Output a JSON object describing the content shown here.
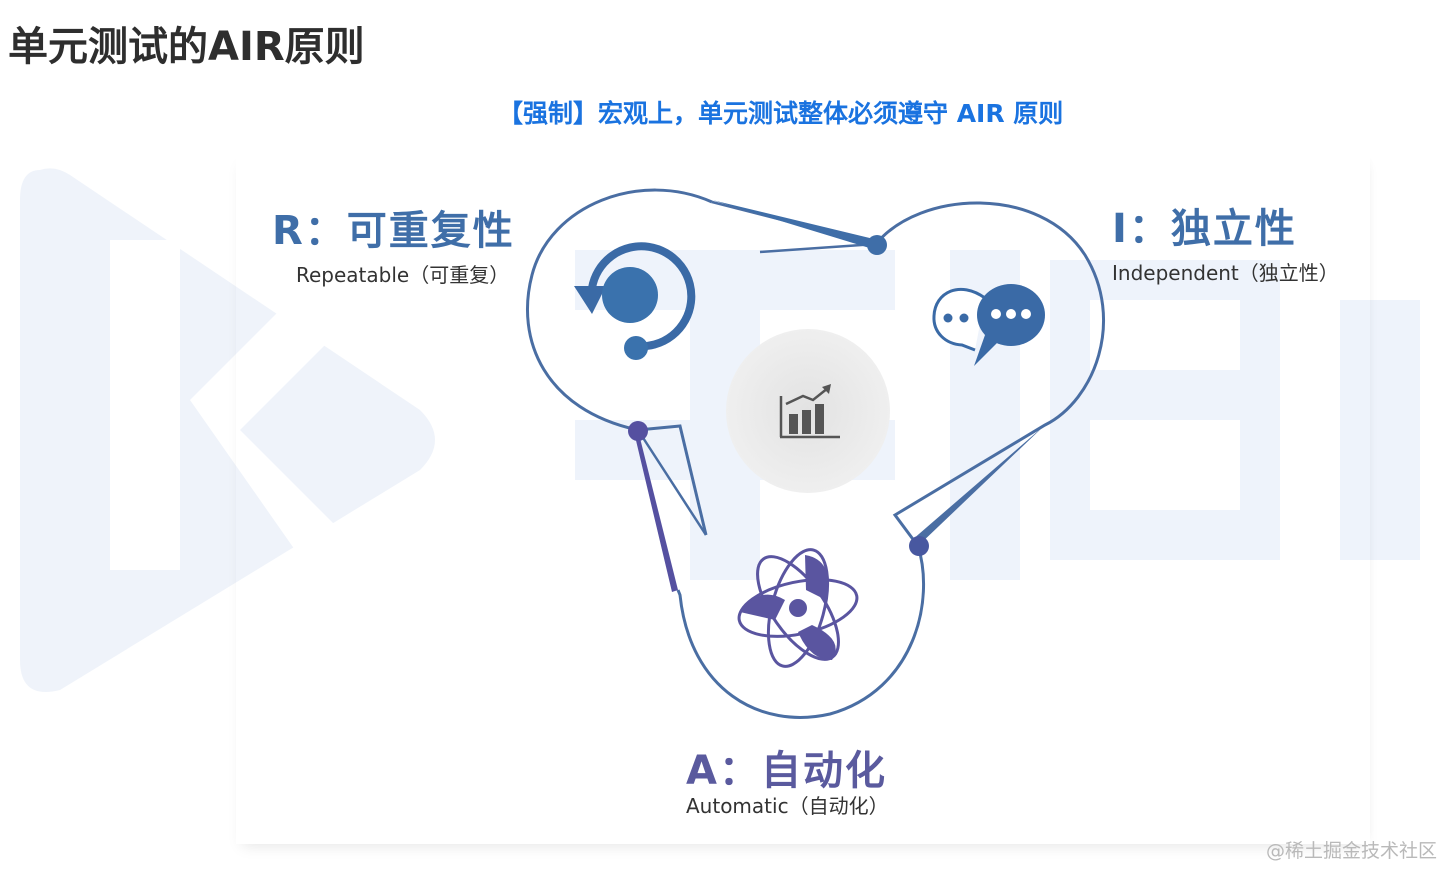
{
  "page": {
    "title": "单元测试的AIR原则",
    "subtitle": "【强制】宏观上，单元测试整体必须遵守 AIR 原则"
  },
  "principles": {
    "repeatable": {
      "heading": "R：可重复性",
      "detail": "Repeatable（可重复）",
      "icon": "refresh-cycle-icon"
    },
    "independent": {
      "heading": "I：独立性",
      "detail": "Independent（独立性）",
      "icon": "chat-bubbles-icon"
    },
    "automatic": {
      "heading": "A：自动化",
      "detail": "Automatic（自动化）",
      "icon": "atom-icon"
    }
  },
  "center": {
    "icon": "bar-chart-growth-icon"
  },
  "footer": {
    "brand": "@稀土掘金技术社区"
  },
  "colors": {
    "title_text": "#2e2e2e",
    "subtitle_blue": "#1a73e0",
    "repeatable_blue": "#3f6ea8",
    "independent_blue": "#3f6ea8",
    "automatic_purple": "#5a5a9e",
    "ring_stroke": "#4a6ea3",
    "watermark": "#e8eef8"
  }
}
